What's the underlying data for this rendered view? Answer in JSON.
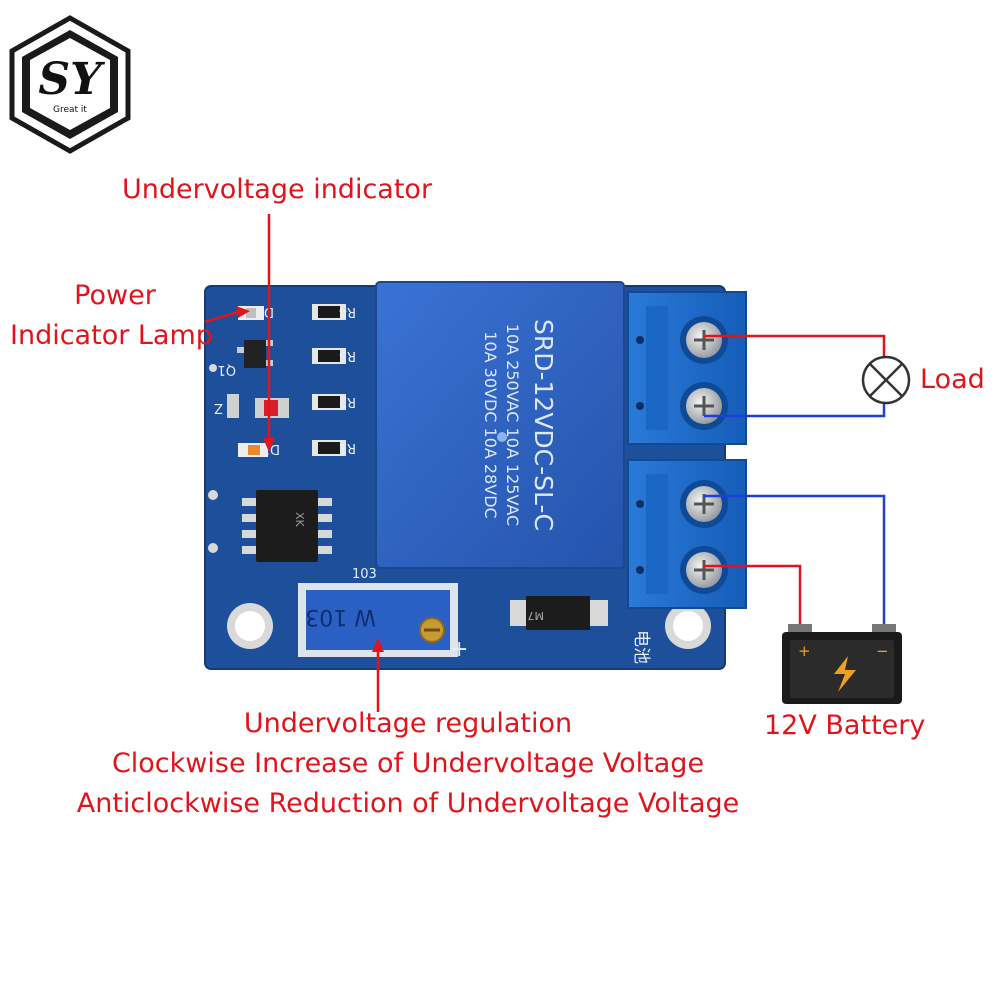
{
  "colors": {
    "annotation": "#e0141b",
    "wire_positive": "#e0141b",
    "wire_negative": "#1f3fd6",
    "pcb": "#1d4f9a",
    "relay": "#2f63c4",
    "terminal": "#1f6fd0"
  },
  "logo": {
    "letters": "SY",
    "tagline": "Great it"
  },
  "labels": {
    "undervoltage_indicator": "Undervoltage indicator",
    "power_line1": "Power",
    "power_line2": "Indicator Lamp",
    "load": "Load",
    "battery": "12V Battery",
    "regulation_line1": "Undervoltage regulation",
    "regulation_line2": "Clockwise Increase of Undervoltage Voltage",
    "regulation_line3": "Anticlockwise Reduction of Undervoltage Voltage"
  },
  "relay": {
    "line1": "SRD-12VDC-SL-C",
    "line2": "10A  250VAC    10A  125VAC",
    "line3": "10A   30VDC    10A   28VDC"
  },
  "pcb_markings": {
    "d4": "D4",
    "d3": "D3",
    "q1": "Q1",
    "z": "Z",
    "r4": "R4",
    "r3": "R3",
    "r2": "R2",
    "r1": "R1",
    "pot_code": "103",
    "pot_label": "W 103",
    "pot_plus": "+",
    "battery_cn": "电池",
    "ic_text": "XK",
    "diode_text": "M7"
  },
  "battery_symbol": {
    "plus": "+",
    "minus": "−"
  }
}
